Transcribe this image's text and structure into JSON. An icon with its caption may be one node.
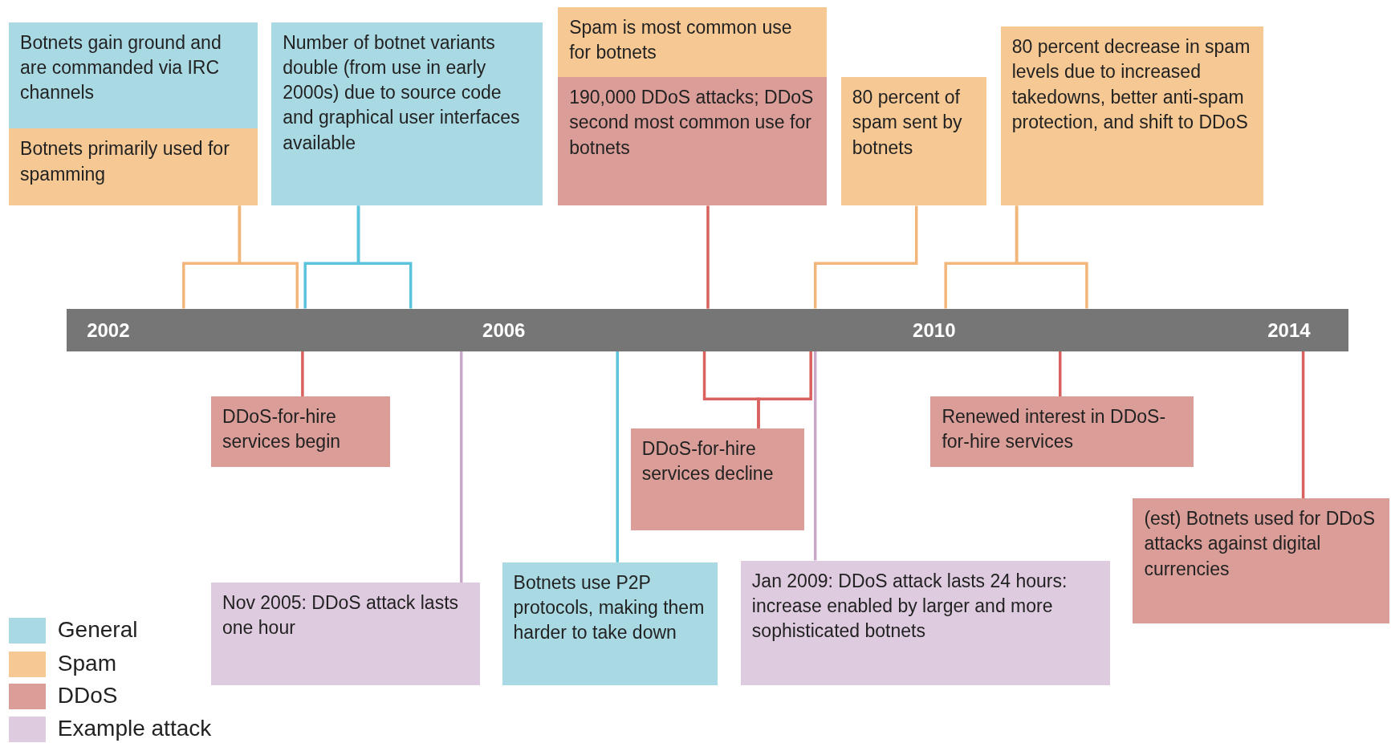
{
  "diagram": {
    "nodes": [
      {
        "text": [
          "Botnets gain ground and are commanded via IRC channels"
        ]
      },
      {
        "text": [
          "Botnets primarily used for spamming"
        ]
      },
      {
        "text": [
          "Number of botnet variants double (from use in early 2000s) due to source code and graphical user interfaces available"
        ]
      },
      {
        "text": [
          "Spam is most common use for botnets"
        ]
      },
      {
        "text": [
          "190,000 DDoS attacks; DDoS second most common use for botnets"
        ]
      },
      {
        "text": [
          "80 percent of spam sent by botnets"
        ]
      },
      {
        "text": [
          "80 percent decrease in spam levels due to increased takedowns, better anti-spam protection, and shift to DDoS"
        ]
      },
      {
        "text": [
          "DDoS-for-hire services begin"
        ]
      },
      {
        "text": [
          "Nov 2005: DDoS attack lasts one hour"
        ]
      },
      {
        "text": [
          "Botnets use P2P protocols, making them harder to take down"
        ]
      },
      {
        "text": [
          "DDoS-for-hire services decline"
        ]
      },
      {
        "text": [
          "Jan 2009: DDoS attack lasts 24 hours: increase enabled by larger and more sophisticated botnets"
        ]
      },
      {
        "text": [
          "Renewed interest in DDoS-for-hire services"
        ]
      },
      {
        "text": [
          "(est) Botnets used for DDoS attacks against digital currencies"
        ]
      }
    ],
    "edges": [
      {
        "from": 1,
        "to": null,
        "arrow": "none",
        "color": "#f2b57a"
      },
      {
        "from": 1,
        "to": null,
        "arrow": "none",
        "color": "#f2b57a"
      },
      {
        "from": 2,
        "to": null,
        "arrow": "none",
        "color": "#5bc3db"
      },
      {
        "from": 2,
        "to": null,
        "arrow": "none",
        "color": "#5bc3db"
      },
      {
        "from": 4,
        "to": null,
        "arrow": "none"
      },
      {
        "from": 5,
        "to": null,
        "arrow": "none",
        "color": "#f2b57a"
      },
      {
        "from": 6,
        "to": null,
        "arrow": "none",
        "color": "#f2b57a"
      },
      {
        "from": 6,
        "to": null,
        "arrow": "none",
        "color": "#f2b57a"
      },
      {
        "from": 7,
        "to": null,
        "arrow": "none"
      },
      {
        "from": 8,
        "to": null,
        "arrow": "none",
        "color": "#c9a8c9"
      },
      {
        "from": 9,
        "to": null,
        "arrow": "none",
        "color": "#5bc3db"
      },
      {
        "from": 10,
        "to": null,
        "arrow": "none"
      },
      {
        "from": 10,
        "to": null,
        "arrow": "none"
      },
      {
        "from": 11,
        "to": null,
        "arrow": "none",
        "color": "#c9a8c9"
      },
      {
        "from": 12,
        "to": null,
        "arrow": "none"
      },
      {
        "from": 13,
        "to": null,
        "arrow": "none"
      }
    ],
    "labels": [
      "2002",
      "2006",
      "2010",
      "2014"
    ],
    "legend": [
      {
        "text": "General",
        "color": "#a9d9e3"
      },
      {
        "text": "Spam",
        "color": "#f6c894"
      },
      {
        "text": "DDoS",
        "color": "#da9d98"
      },
      {
        "text": "Example attack",
        "color": "#dfcbdf"
      }
    ]
  }
}
